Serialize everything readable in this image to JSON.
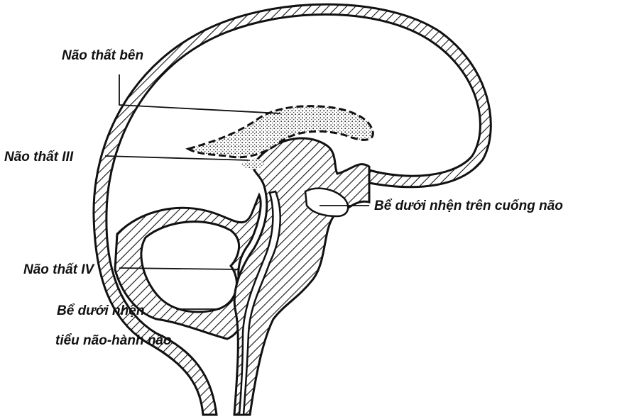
{
  "labels": {
    "lateral_ventricle": "Não thất bên",
    "third_ventricle": "Não thất III",
    "interpeduncular_cistern": "Bể dưới nhện trên cuống não",
    "fourth_ventricle": "Não thất IV",
    "cisterna_magna_line1": "Bể dưới nhện",
    "cisterna_magna_line2": "tiểu não-hành não"
  },
  "colors": {
    "ink": "#111111",
    "background": "#ffffff"
  }
}
